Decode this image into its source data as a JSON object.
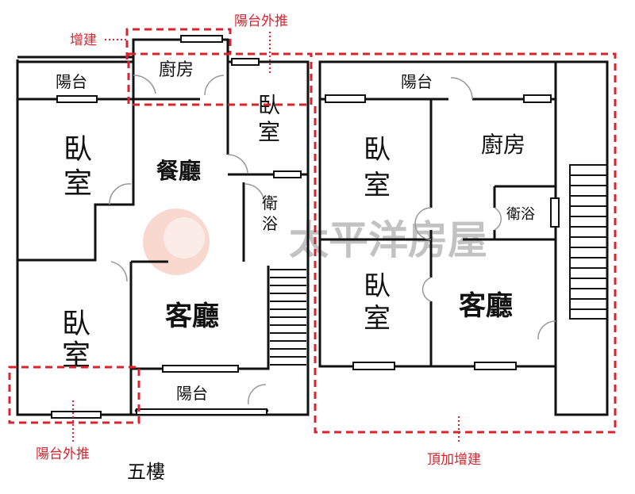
{
  "floor_label": "五樓",
  "watermark": "太平洋房屋",
  "colors": {
    "wall": "#111111",
    "annotation": "#d9232e"
  },
  "left_plan": {
    "balcony_top": "陽台",
    "kitchen": "廚房",
    "bedroom_right": [
      "臥",
      "室"
    ],
    "bedroom_left": [
      "臥",
      "室"
    ],
    "dining": "餐廳",
    "bath": [
      "衛",
      "浴"
    ],
    "living": "客廳",
    "bedroom_bottom": [
      "臥",
      "室"
    ],
    "balcony_bottom": "陽台"
  },
  "right_plan": {
    "balcony": "陽台",
    "bedroom_top": [
      "臥",
      "室"
    ],
    "kitchen": "廚房",
    "bath": "衛浴",
    "bedroom_bottom": [
      "臥",
      "室"
    ],
    "living": "客廳"
  },
  "annotations": {
    "extension": "增建",
    "balcony_push_top": "陽台外推",
    "balcony_push_bottom": "陽台外推",
    "rooftop_extension": "頂加增建"
  }
}
